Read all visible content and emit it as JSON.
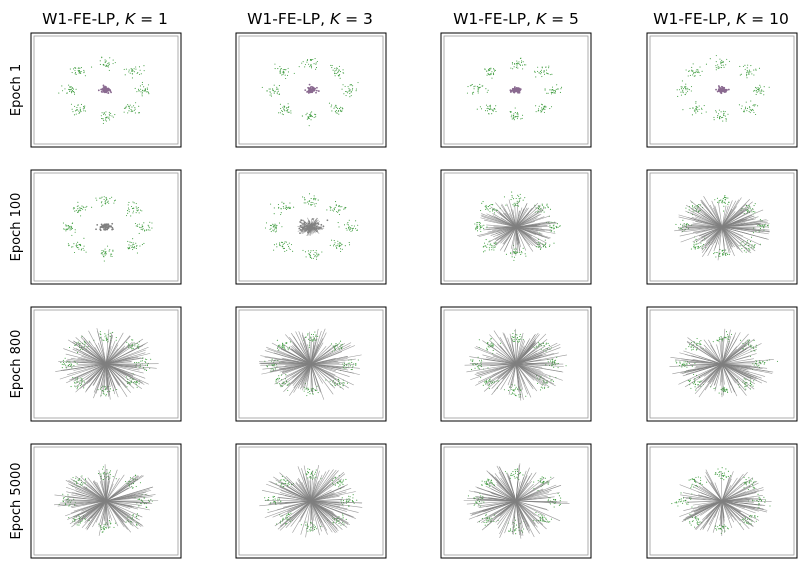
{
  "chart_data": {
    "type": "scatter",
    "description_layout": "4x4 grid of scatter panels with gray ray segments",
    "columns": [
      {
        "title_prefix": "W1-FE-LP, ",
        "k_symbol": "K",
        "k_value": "1"
      },
      {
        "title_prefix": "W1-FE-LP, ",
        "k_symbol": "K",
        "k_value": "3"
      },
      {
        "title_prefix": "W1-FE-LP, ",
        "k_symbol": "K",
        "k_value": "5"
      },
      {
        "title_prefix": "W1-FE-LP, ",
        "k_symbol": "K",
        "k_value": "10"
      }
    ],
    "rows": [
      {
        "label": "Epoch 1"
      },
      {
        "label": "Epoch 100"
      },
      {
        "label": "Epoch 800"
      },
      {
        "label": "Epoch 5000"
      }
    ],
    "target_clusters": 8,
    "target_radius": 0.82,
    "target_spread": 0.09,
    "grid": false,
    "ticks": false,
    "panels": [
      [
        {
          "rays": 0,
          "length": 0.12,
          "center_blob": true
        },
        {
          "rays": 0,
          "length": 0.12,
          "center_blob": true
        },
        {
          "rays": 0,
          "length": 0.12,
          "center_blob": true
        },
        {
          "rays": 0,
          "length": 0.12,
          "center_blob": true
        }
      ],
      [
        {
          "rays": 0,
          "length": 0.16,
          "center_blob": true
        },
        {
          "rays": 80,
          "length": 0.28,
          "center_blob": true
        },
        {
          "rays": 140,
          "length": 0.78,
          "center_blob": false
        },
        {
          "rays": 150,
          "length": 0.95,
          "center_blob": false
        }
      ],
      [
        {
          "rays": 150,
          "length": 1.0,
          "center_blob": false
        },
        {
          "rays": 150,
          "length": 1.0,
          "center_blob": false
        },
        {
          "rays": 140,
          "length": 1.0,
          "center_blob": false
        },
        {
          "rays": 140,
          "length": 1.0,
          "center_blob": false
        }
      ],
      [
        {
          "rays": 150,
          "length": 1.0,
          "center_blob": false
        },
        {
          "rays": 150,
          "length": 1.0,
          "center_blob": false
        },
        {
          "rays": 140,
          "length": 1.05,
          "center_blob": false
        },
        {
          "rays": 130,
          "length": 0.95,
          "center_blob": false
        }
      ]
    ],
    "colors": {
      "target_points": "#3a9a3a",
      "rays": "#808080",
      "center_blob": "#8a6a90",
      "frame": "#000000",
      "inner_frame": "#999999"
    }
  }
}
